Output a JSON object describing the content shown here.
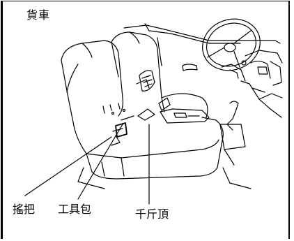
{
  "title": "貨車",
  "labels": {
    "crank": "搖把",
    "tool_bag": "工具包",
    "jack": "千斤頂"
  }
}
